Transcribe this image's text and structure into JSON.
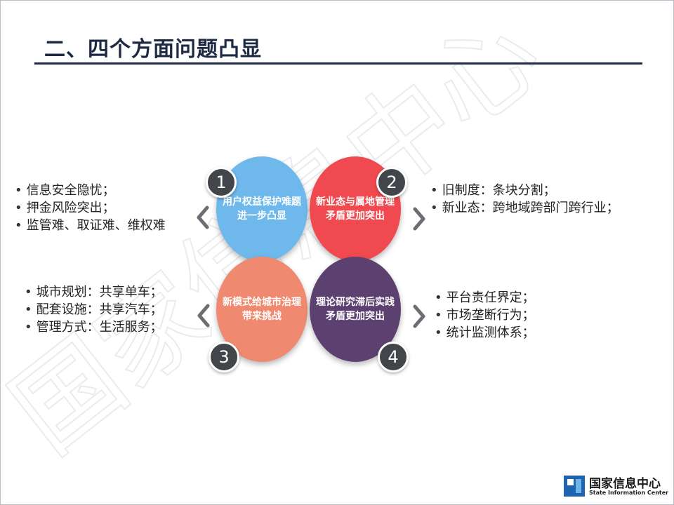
{
  "slide": {
    "title": "二、四个方面问题凸显"
  },
  "quadrants": [
    {
      "number": "1",
      "label": "用户权益保护难题进一步凸显",
      "color": "#6fb8ec"
    },
    {
      "number": "2",
      "label": "新业态与属地管理矛盾更加突出",
      "color": "#f04a50"
    },
    {
      "number": "3",
      "label": "新模式给城市治理带来挑战",
      "color": "#ef8a70"
    },
    {
      "number": "4",
      "label": "理论研究滞后实践矛盾更加突出",
      "color": "#5c4170"
    }
  ],
  "lists": {
    "q1": [
      "信息安全隐忧；",
      "押金风险突出；",
      "监管难、取证难、维权难"
    ],
    "q2": [
      "旧制度：条块分割；",
      "新业态：跨地域跨部门跨行业；"
    ],
    "q3": [
      "城市规划：共享单车；",
      "配套设施：共享汽车；",
      "管理方式：生活服务；"
    ],
    "q4": [
      "平台责任界定；",
      "市场垄断行为；",
      "统计监测体系；"
    ]
  },
  "logo": {
    "name_cn": "国家信息中心",
    "name_en": "State Information Center",
    "icon": "state-information-center-logo-icon",
    "brand_color": "#1f64b0"
  },
  "watermark_text": "国家信息中心"
}
